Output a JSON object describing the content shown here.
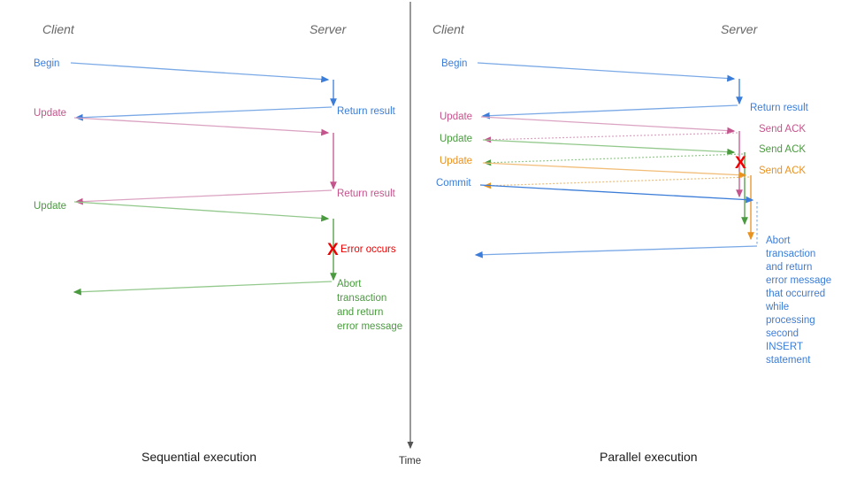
{
  "figure": {
    "background_color": "#ffffff",
    "time_axis": {
      "label": "Time",
      "color": "#555555"
    },
    "panels": [
      {
        "id": "sequential",
        "caption": "Sequential execution",
        "client_header": "Client",
        "server_header": "Server",
        "header_color": "#666666",
        "messages": [
          {
            "label": "Begin",
            "color": "#3b7dd8",
            "side": "client",
            "kind": "request"
          },
          {
            "label": "Return result",
            "color": "#3b7dd8",
            "side": "server",
            "kind": "response"
          },
          {
            "label": "Update",
            "color": "#c4548c",
            "side": "client",
            "kind": "request"
          },
          {
            "label": "Return result",
            "color": "#c4548c",
            "side": "server",
            "kind": "response"
          },
          {
            "label": "Update",
            "color": "#4a9a3f",
            "side": "client",
            "kind": "request"
          },
          {
            "label": "Error occurs",
            "color": "#ee0000",
            "side": "server",
            "kind": "error"
          },
          {
            "label": "Abort\ntransaction\nand return\nerror message",
            "color": "#4a9a3f",
            "side": "server",
            "kind": "response"
          }
        ],
        "error_marker": "X",
        "error_text": "Error occurs",
        "abort_text_lines": [
          "Abort",
          "transaction",
          "and return",
          "error message"
        ]
      },
      {
        "id": "parallel",
        "caption": "Parallel execution",
        "client_header": "Client",
        "server_header": "Server",
        "header_color": "#666666",
        "messages": [
          {
            "label": "Begin",
            "color": "#3b7dd8",
            "side": "client",
            "kind": "request"
          },
          {
            "label": "Return result",
            "color": "#3b7dd8",
            "side": "server",
            "kind": "response"
          },
          {
            "label": "Update",
            "color": "#c4548c",
            "side": "client",
            "kind": "request"
          },
          {
            "label": "Send ACK",
            "color": "#c4548c",
            "side": "server",
            "kind": "ack"
          },
          {
            "label": "Update",
            "color": "#4a9a3f",
            "side": "client",
            "kind": "request"
          },
          {
            "label": "Send ACK",
            "color": "#4a9a3f",
            "side": "server",
            "kind": "ack"
          },
          {
            "label": "Update",
            "color": "#e8921f",
            "side": "client",
            "kind": "request"
          },
          {
            "label": "Send ACK",
            "color": "#e8921f",
            "side": "server",
            "kind": "ack"
          },
          {
            "label": "Commit",
            "color": "#3b7dd8",
            "side": "client",
            "kind": "request"
          }
        ],
        "error_marker": "X",
        "abort_text_lines": [
          "Abort",
          "transaction",
          "and return",
          "error message",
          "that occurred",
          "while",
          "processing",
          "second",
          "INSERT",
          "statement"
        ]
      }
    ],
    "colors": {
      "blue": "#3b7dd8",
      "blue_light": "#7aa9e6",
      "pink": "#c4548c",
      "pink_light": "#dba3c2",
      "green": "#4a9a3f",
      "green_light": "#93c98c",
      "orange": "#e8921f",
      "orange_light": "#f2bd78",
      "red": "#ee0000",
      "gray": "#666666",
      "axis": "#555555"
    }
  }
}
